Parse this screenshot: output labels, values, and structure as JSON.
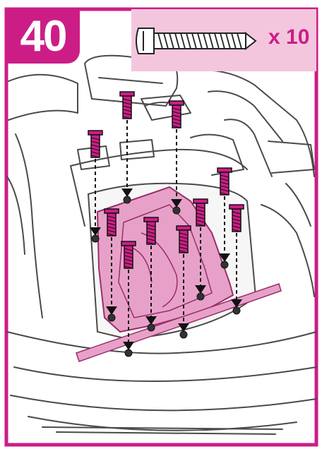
{
  "step": {
    "number": "40"
  },
  "parts": [
    {
      "part": "screw",
      "icon": "screw-icon",
      "quantity_label": "x 10"
    }
  ],
  "colors": {
    "accent": "#cc1d86",
    "parts_bg": "#f4c6de",
    "highlight": "#e7a1c8"
  }
}
